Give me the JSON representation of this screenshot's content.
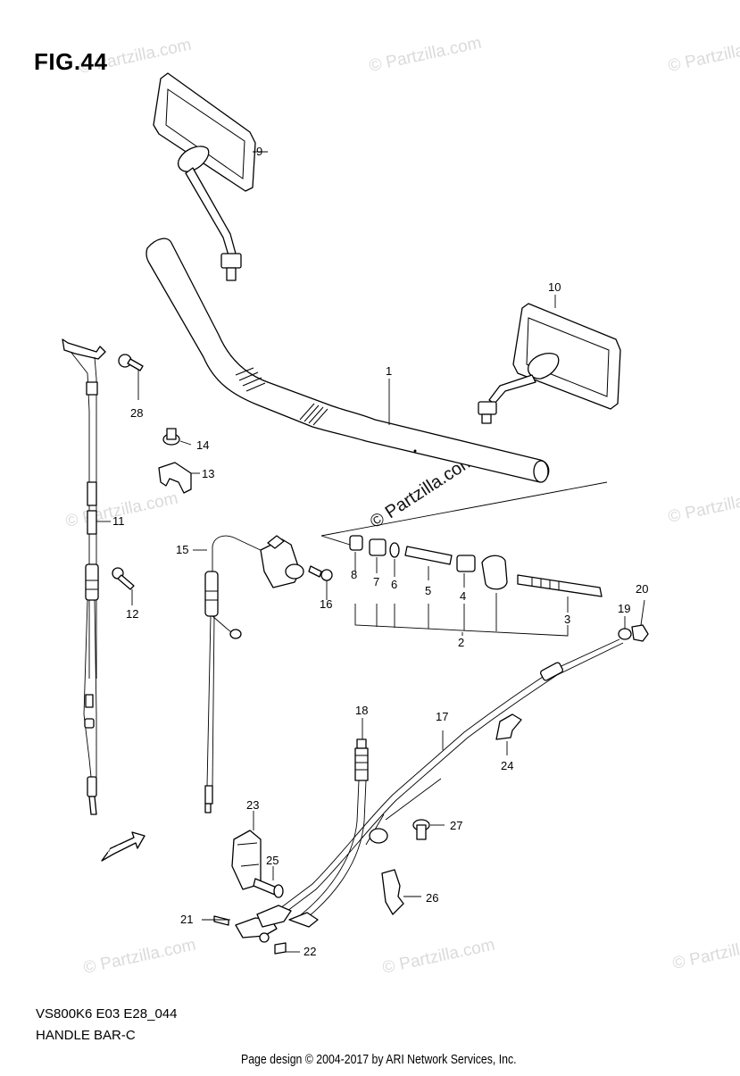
{
  "figure": {
    "title": "FIG.44",
    "code": "VS800K6 E03 E28_044",
    "name": "HANDLE BAR-C",
    "credit": "Page design © 2004-2017 by ARI Network Services, Inc."
  },
  "watermark": {
    "text": "© Partzilla.com",
    "center_text": "© Partzilla.com"
  },
  "fwd_label": "FWD",
  "callouts": [
    "1",
    "2",
    "3",
    "4",
    "5",
    "6",
    "7",
    "8",
    "9",
    "10",
    "11",
    "12",
    "13",
    "14",
    "15",
    "16",
    "17",
    "18",
    "19",
    "20",
    "21",
    "22",
    "23",
    "24",
    "25",
    "26",
    "27",
    "28"
  ]
}
